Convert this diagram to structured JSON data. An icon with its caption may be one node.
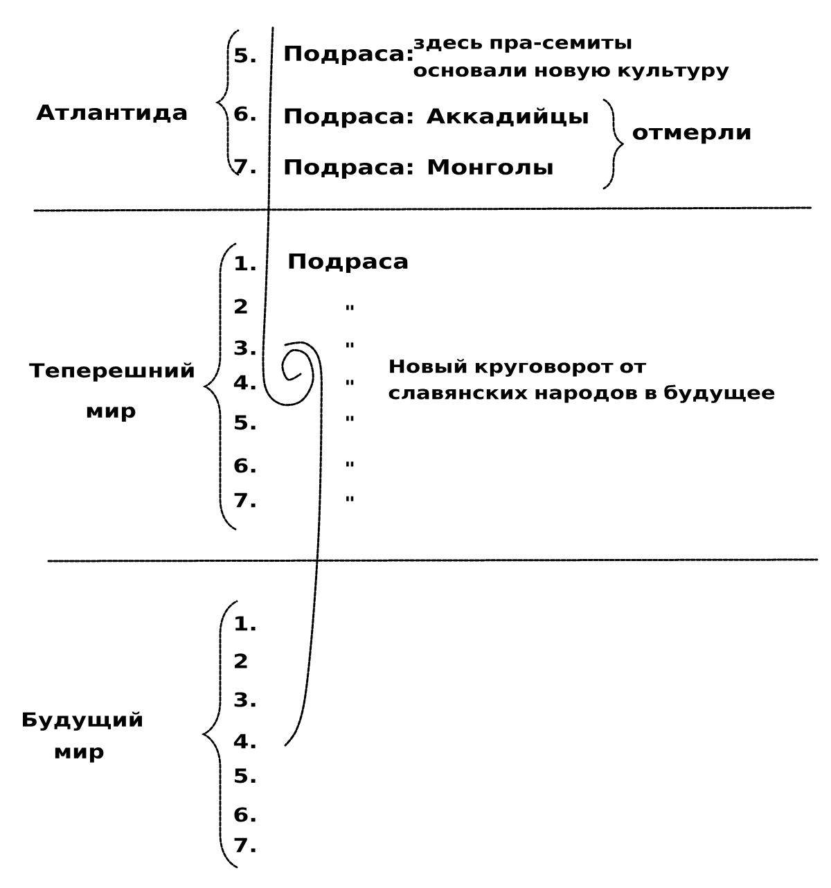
{
  "diagram": {
    "labels": [
      "Атлантида",
      "5.",
      "Подраса:",
      "здесь пра-семиты основали новую культуру",
      "6.",
      "Подраса: Аккадийцы",
      "7.",
      "Подраса: Монголы",
      "отмерли",
      "Теперешний мир",
      "1.",
      "Подраса",
      "2",
      "\"",
      "3.",
      "\"",
      "4.",
      "\"",
      "Новый круговорот от славянских народов в будущее",
      "5.",
      "\"",
      "6.",
      "\"",
      "7.",
      "\"",
      "Будущий мир",
      "1.",
      "2",
      "3.",
      "4.",
      "5.",
      "6.",
      "7."
    ]
  }
}
